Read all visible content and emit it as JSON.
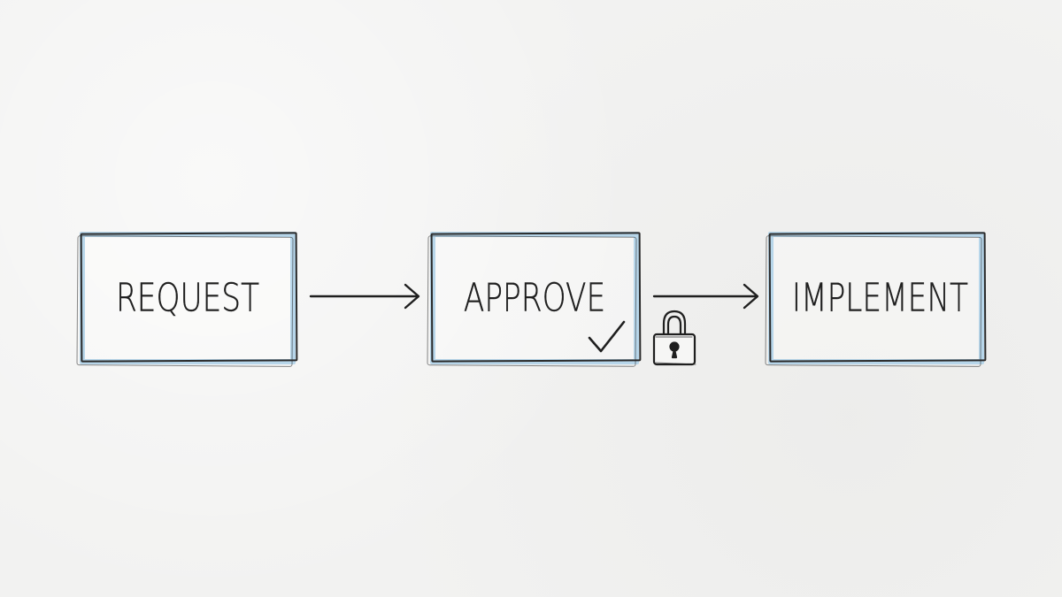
{
  "diagram": {
    "steps": [
      {
        "label": "REQUEST"
      },
      {
        "label": "APPROVE"
      },
      {
        "label": "IMPLEMENT"
      }
    ],
    "colors": {
      "box_fill_border": "#b7d6ea",
      "ink": "#1f1f1f",
      "background": "#f2f2f1"
    },
    "icons": {
      "approve_mark": "checkmark-icon",
      "gate": "padlock-icon"
    }
  }
}
